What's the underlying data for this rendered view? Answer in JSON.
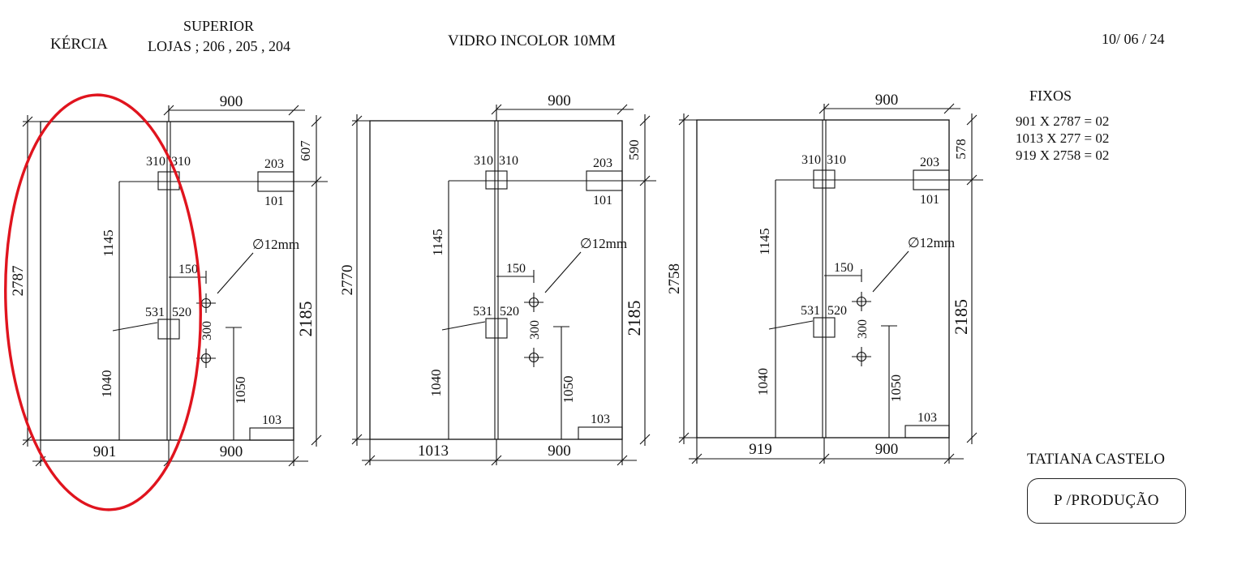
{
  "header": {
    "client": "KÉRCIA",
    "level": "SUPERIOR",
    "stores": "LOJAS ; 206 , 205 , 204",
    "material": "VIDRO INCOLOR 10MM",
    "date": "10/ 06 / 24"
  },
  "fixos": {
    "title": "FIXOS",
    "items": [
      "901 X 2787 = 02",
      "1013 X 277 = 02",
      "919 X 2758 = 02"
    ]
  },
  "signature": "TATIANA CASTELO",
  "stamp": "P /PRODUÇÃO",
  "panels": [
    {
      "height": "2787",
      "fixed_width": "901",
      "door_width": "900",
      "top_width": "900",
      "top_right": "607",
      "door_height": "2185",
      "hinge_upper_left": "310",
      "hinge_upper_right": "310",
      "lock_left": "531",
      "lock_right": "520",
      "upper_vertical": "1145",
      "lower_vertical": "1040",
      "handle_offset": "150",
      "hole_diameter": "∅12mm",
      "hole_spacing": "300",
      "handle_height": "1050",
      "top_patch_upper": "203",
      "top_patch_lower": "101",
      "bottom_patch": "103"
    },
    {
      "height": "2770",
      "fixed_width": "1013",
      "door_width": "900",
      "top_width": "900",
      "top_right": "590",
      "door_height": "2185",
      "hinge_upper_left": "310",
      "hinge_upper_right": "310",
      "lock_left": "531",
      "lock_right": "520",
      "upper_vertical": "1145",
      "lower_vertical": "1040",
      "handle_offset": "150",
      "hole_diameter": "∅12mm",
      "hole_spacing": "300",
      "handle_height": "1050",
      "top_patch_upper": "203",
      "top_patch_lower": "101",
      "bottom_patch": "103"
    },
    {
      "height": "2758",
      "fixed_width": "919",
      "door_width": "900",
      "top_width": "900",
      "top_right": "578",
      "door_height": "2185",
      "hinge_upper_left": "310",
      "hinge_upper_right": "310",
      "lock_left": "531",
      "lock_right": "520",
      "upper_vertical": "1145",
      "lower_vertical": "1040",
      "handle_offset": "150",
      "hole_diameter": "∅12mm",
      "hole_spacing": "300",
      "handle_height": "1050",
      "top_patch_upper": "203",
      "top_patch_lower": "101",
      "bottom_patch": "103"
    }
  ],
  "annotation_color": "#e0141e",
  "line_color": "#111111"
}
